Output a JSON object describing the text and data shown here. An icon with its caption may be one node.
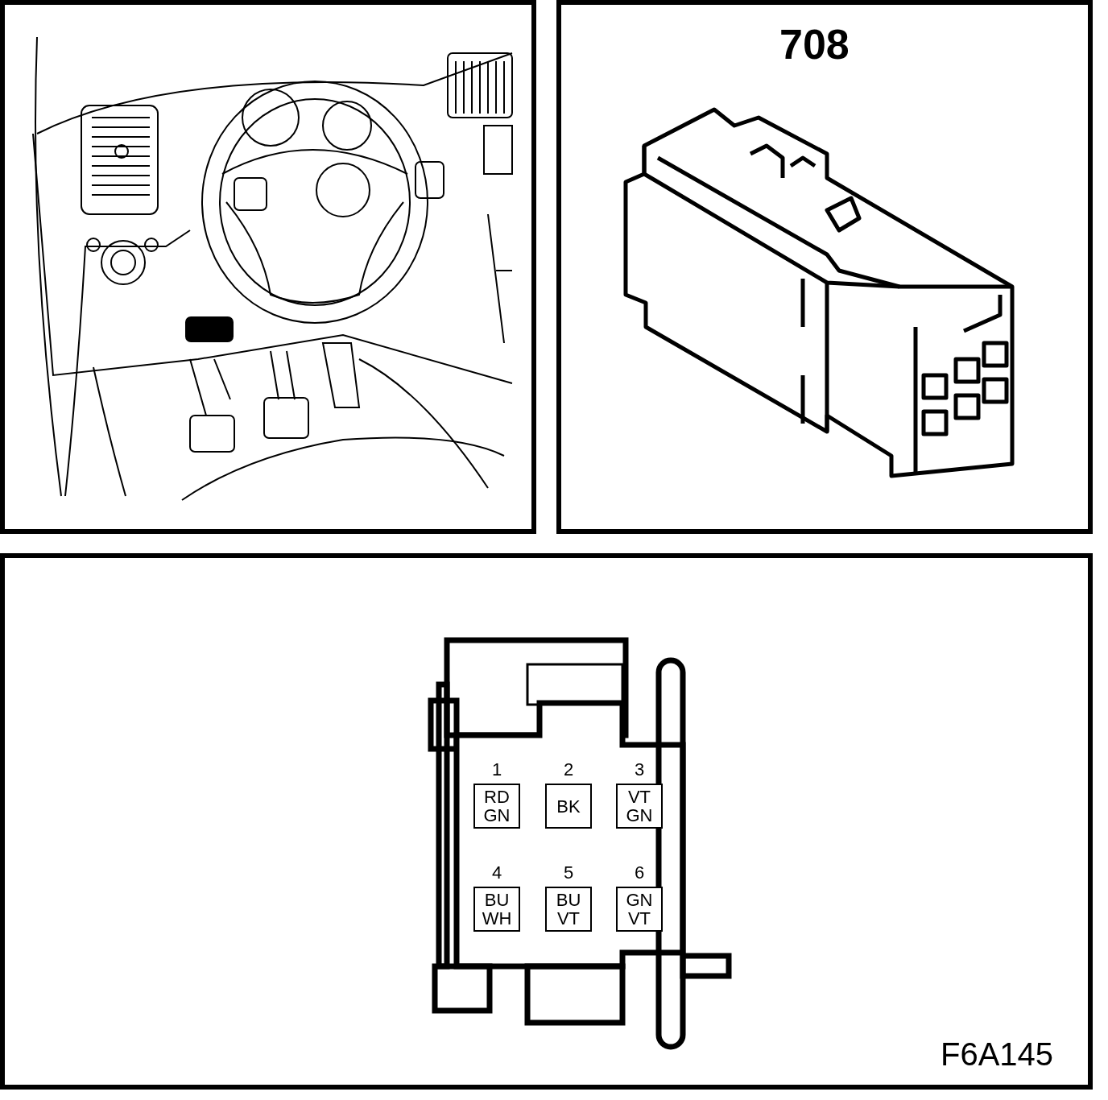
{
  "diagram": {
    "nodes": [
      {
        "text": [
          "1",
          "RD GN"
        ]
      },
      {
        "text": [
          "2",
          "BK"
        ]
      },
      {
        "text": [
          "3",
          "VT GN"
        ]
      },
      {
        "text": [
          "4",
          "BU WH"
        ]
      },
      {
        "text": [
          "5",
          "BU VT"
        ]
      },
      {
        "text": [
          "6",
          "GN VT"
        ]
      }
    ],
    "labels": [
      "708",
      "F6A145"
    ]
  }
}
